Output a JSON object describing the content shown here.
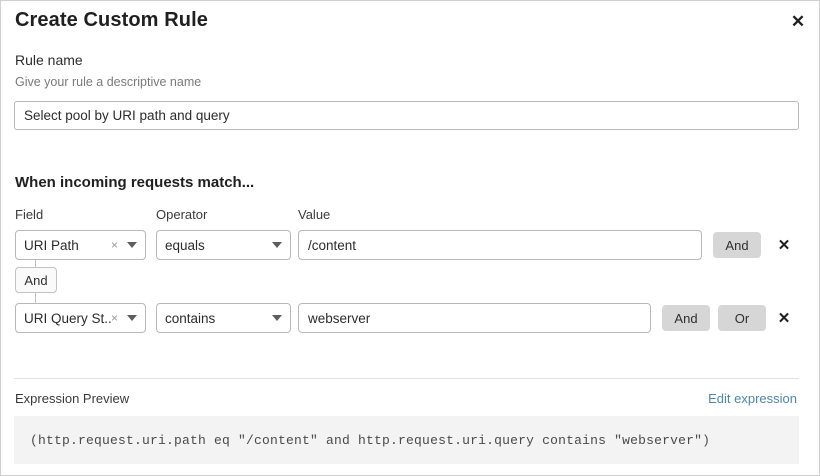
{
  "dialog": {
    "title": "Create Custom Rule",
    "close_label": "✕"
  },
  "rule_name": {
    "label": "Rule name",
    "hint": "Give your rule a descriptive name",
    "value": "Select pool by URI path and query",
    "placeholder": "Select pool by URI path and query"
  },
  "conditions": {
    "section_title": "When incoming requests match...",
    "columns": {
      "field": "Field",
      "operator": "Operator",
      "value": "Value"
    },
    "connector": {
      "label": "And"
    },
    "rows": [
      {
        "field": "URI Path",
        "field_clear_icon": "×",
        "operator": "equals",
        "value": "/content",
        "and_label": "And",
        "remove_label": "✕"
      },
      {
        "field": "URI Query St...",
        "field_clear_icon": "×",
        "operator": "contains",
        "value": "webserver",
        "and_label": "And",
        "or_label": "Or",
        "remove_label": "✕"
      }
    ]
  },
  "expression_preview": {
    "label": "Expression Preview",
    "edit_link": "Edit expression",
    "expression": "(http.request.uri.path eq \"/content\" and http.request.uri.query contains \"webserver\")"
  },
  "colors": {
    "accent_link": "#4d87ae",
    "button_gray": "#d6d6d6",
    "code_bg": "#f3f3f3",
    "border": "#b8b8b8"
  }
}
